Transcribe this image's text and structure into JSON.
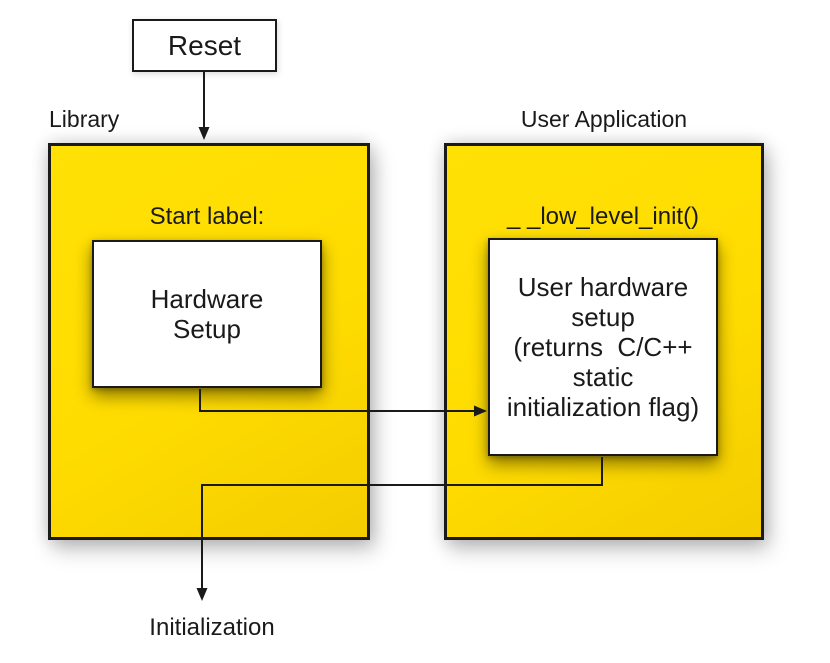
{
  "diagram": {
    "reset": {
      "label": "Reset"
    },
    "library": {
      "title": "Library",
      "start_label": "Start label:",
      "box_text": "Hardware\nSetup"
    },
    "user_application": {
      "title": "User Application",
      "function_label": "_ _low_level_init()",
      "box_text": "User hardware\nsetup\n(returns  C/C++\nstatic\ninitialization flag)"
    },
    "output_label": "Initialization",
    "colors": {
      "block_fill": "#FFDC00",
      "line": "#1A1A1A",
      "box_fill": "#FFFFFF"
    }
  }
}
